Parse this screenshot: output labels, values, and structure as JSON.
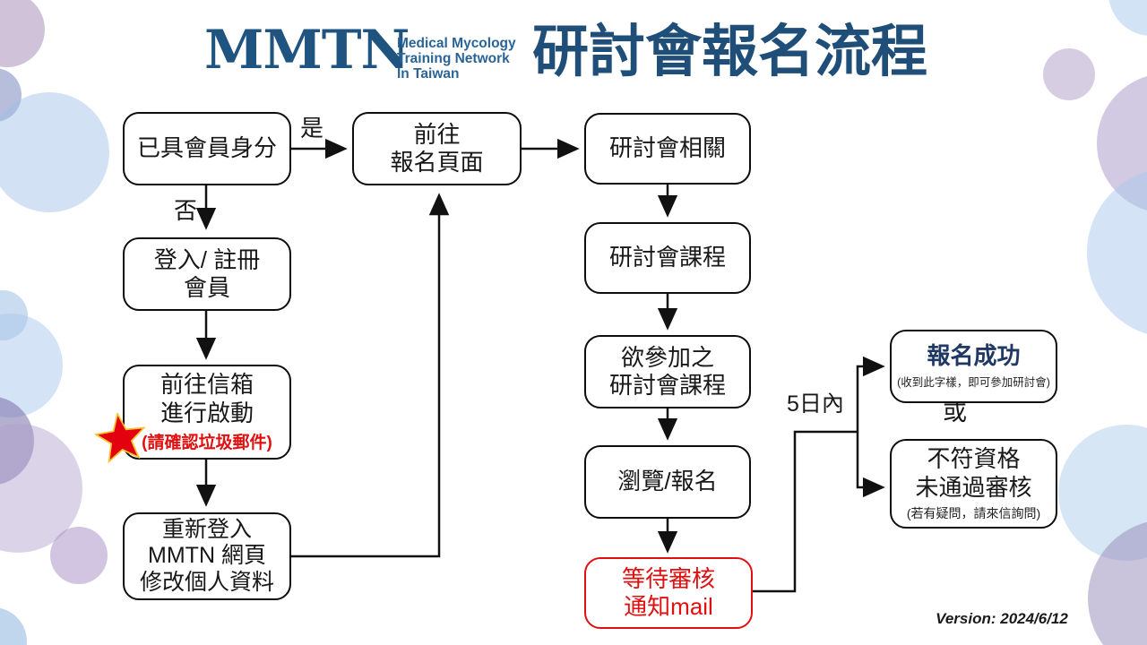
{
  "header": {
    "logo_acronym": "MMTN",
    "logo_tagline": "Medical Mycology\nTraining Network\nIn Taiwan",
    "title": "研討會報名流程"
  },
  "labels": {
    "yes": "是",
    "no": "否",
    "within_days": "5日內",
    "or": "或"
  },
  "nodes": {
    "member_check": "已具會員身分",
    "go_registration": "前往\n報名頁面",
    "login_register": "登入/ 註冊\n會員",
    "activate_mailbox": "前往信箱\n進行啟動",
    "activate_mailbox_note": "(請確認垃圾郵件)",
    "relogin_update": "重新登入\nMMTN 網頁\n修改個人資料",
    "seminar_related": "研討會相關",
    "seminar_courses": "研討會課程",
    "desired_courses": "欲參加之\n研討會課程",
    "browse_register": "瀏覽/報名",
    "wait_review": "等待審核\n通知mail",
    "success": "報名成功",
    "success_note": "(收到此字樣，即可參加研討會)",
    "rejected": "不符資格\n未通過審核",
    "rejected_note": "(若有疑問，請來信詢問)"
  },
  "icons": {
    "warning_star": "red-star"
  },
  "footer": {
    "version": "Version: 2024/6/12"
  },
  "colors": {
    "brand_blue": "#1F4E79",
    "logo_blue": "#1f5380",
    "alert_red": "#E01010",
    "success_navy": "#1F3864",
    "star_red": "#E3000F",
    "star_gold": "#F5C431"
  }
}
